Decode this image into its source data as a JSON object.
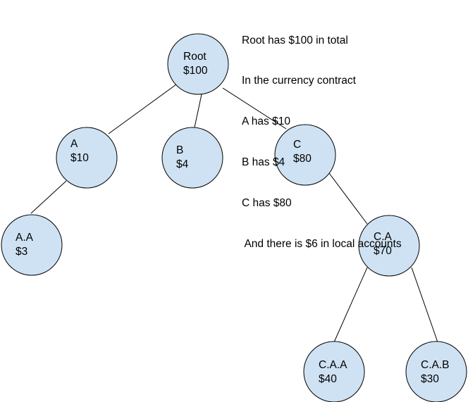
{
  "colors": {
    "node_fill": "#cfe2f3",
    "stroke": "#000000",
    "text": "#000000"
  },
  "note": {
    "lines": [
      "Root has $100 in total",
      "In the currency contract",
      "A has $10",
      "B has $4",
      "C has $80",
      " And there is $6 in local accounts"
    ]
  },
  "nodes": [
    {
      "id": "root",
      "name": "Root",
      "amount": "$100"
    },
    {
      "id": "a",
      "name": "A",
      "amount": "$10"
    },
    {
      "id": "b",
      "name": "B",
      "amount": "$4"
    },
    {
      "id": "c",
      "name": "C",
      "amount": "$80"
    },
    {
      "id": "aa",
      "name": "A.A",
      "amount": "$3"
    },
    {
      "id": "ca",
      "name": "C.A",
      "amount": "$70"
    },
    {
      "id": "caa",
      "name": "C.A.A",
      "amount": "$40"
    },
    {
      "id": "cab",
      "name": "C.A.B",
      "amount": "$30"
    }
  ],
  "edges": [
    {
      "from": "root",
      "to": "a"
    },
    {
      "from": "root",
      "to": "b"
    },
    {
      "from": "root",
      "to": "c"
    },
    {
      "from": "a",
      "to": "aa"
    },
    {
      "from": "c",
      "to": "ca"
    },
    {
      "from": "ca",
      "to": "caa"
    },
    {
      "from": "ca",
      "to": "cab"
    }
  ]
}
